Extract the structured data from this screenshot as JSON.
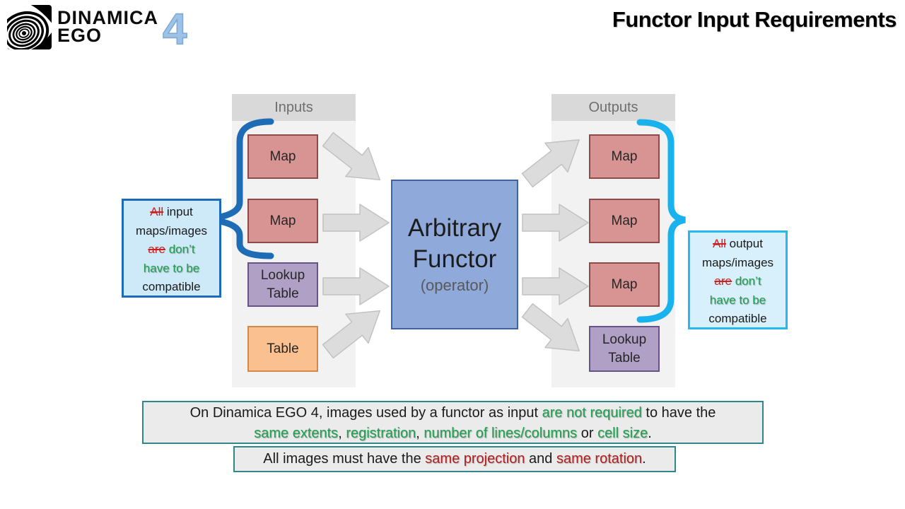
{
  "logo": {
    "name_line1": "DINAMICA",
    "name_line2": "EGO",
    "version": "4"
  },
  "title": "Functor Input Requirements",
  "inputs_column": {
    "header": "Inputs",
    "boxes": [
      "Map",
      "Map",
      "Lookup Table",
      "Table"
    ]
  },
  "outputs_column": {
    "header": "Outputs",
    "boxes": [
      "Map",
      "Map",
      "Map",
      "Lookup Table"
    ]
  },
  "functor": {
    "line1": "Arbitrary",
    "line2": "Functor",
    "subtitle": "(operator)"
  },
  "left_callout": {
    "lines": [
      [
        {
          "t": "All",
          "s": "red-strike"
        },
        {
          "t": " input",
          "s": "dark"
        }
      ],
      [
        {
          "t": "maps/images",
          "s": "dark"
        }
      ],
      [
        {
          "t": "are",
          "s": "red-strike"
        },
        {
          "t": " don’t",
          "s": "green"
        }
      ],
      [
        {
          "t": "have to be",
          "s": "green"
        }
      ],
      [
        {
          "t": "compatible",
          "s": "dark"
        }
      ]
    ]
  },
  "right_callout": {
    "lines": [
      [
        {
          "t": "All",
          "s": "red-strike"
        },
        {
          "t": " output",
          "s": "dark"
        }
      ],
      [
        {
          "t": "maps/images",
          "s": "dark"
        }
      ],
      [
        {
          "t": "are",
          "s": "red-strike"
        },
        {
          "t": " don’t",
          "s": "green"
        }
      ],
      [
        {
          "t": "have to be",
          "s": "green"
        }
      ],
      [
        {
          "t": "compatible",
          "s": "dark"
        }
      ]
    ]
  },
  "note1": {
    "line1": [
      {
        "t": "On Dinamica EGO 4, images used by a functor as input ",
        "s": "dark"
      },
      {
        "t": "are not required",
        "s": "green"
      },
      {
        "t": " to have the",
        "s": "dark"
      }
    ],
    "line2": [
      {
        "t": "same extents",
        "s": "green"
      },
      {
        "t": ", ",
        "s": "dark"
      },
      {
        "t": "registration",
        "s": "green"
      },
      {
        "t": ", ",
        "s": "dark"
      },
      {
        "t": "number of lines/columns",
        "s": "green"
      },
      {
        "t": " or ",
        "s": "dark"
      },
      {
        "t": "cell size",
        "s": "green"
      },
      {
        "t": ".",
        "s": "dark"
      }
    ]
  },
  "note2": {
    "line": [
      {
        "t": "All images must have the ",
        "s": "dark"
      },
      {
        "t": "same projection",
        "s": "red"
      },
      {
        "t": " and ",
        "s": "dark"
      },
      {
        "t": "same rotation",
        "s": "red"
      },
      {
        "t": ".",
        "s": "dark"
      }
    ]
  },
  "colors": {
    "map_fill": "#d89493",
    "map_border": "#8e4a48",
    "lookup_fill": "#b1a0c6",
    "lookup_border": "#66538a",
    "table_fill": "#fac08f",
    "table_border": "#cf8a4a",
    "functor_fill": "#8ea9da",
    "functor_border": "#3f639e",
    "column_bg": "#f2f2f2",
    "column_header_bg": "#d9d9d9",
    "input_brace_blue": "#1e6cb5",
    "output_brace_cyan": "#1ab2ec",
    "callout_left_border": "#1b6cb8",
    "callout_right_border": "#26b8ef",
    "callout_fill": "#cee9f8",
    "note_border": "#2f8789",
    "note_fill": "#ebebeb",
    "green_text": "#1fa050",
    "red_strike_text": "#cf2020",
    "dark_red_text": "#b01f1f",
    "version_blue": "#9cc2e5",
    "arrow_gray": "#dcdcdc"
  }
}
